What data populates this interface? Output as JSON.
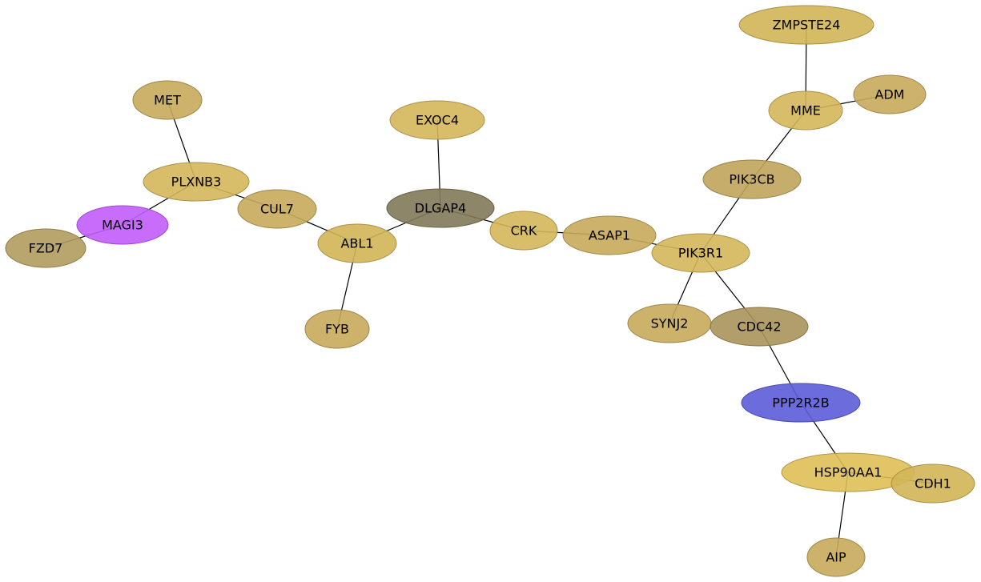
{
  "nodes": [
    {
      "id": "ZMPSTE24",
      "label": "ZMPSTE24",
      "color": "#d2b557"
    },
    {
      "id": "ADM",
      "label": "ADM",
      "color": "#c6aa5b"
    },
    {
      "id": "MME",
      "label": "MME",
      "color": "#d4b65b"
    },
    {
      "id": "MET",
      "label": "MET",
      "color": "#c6aa5b"
    },
    {
      "id": "EXOC4",
      "label": "EXOC4",
      "color": "#d4b65b"
    },
    {
      "id": "PLXNB3",
      "label": "PLXNB3",
      "color": "#d4b65b"
    },
    {
      "id": "PIK3CB",
      "label": "PIK3CB",
      "color": "#c0a45b"
    },
    {
      "id": "DLGAP4",
      "label": "DLGAP4",
      "color": "#817958"
    },
    {
      "id": "CUL7",
      "label": "CUL7",
      "color": "#c6aa5b"
    },
    {
      "id": "MAGI3",
      "label": "MAGI3",
      "color": "#c25cfb"
    },
    {
      "id": "CRK",
      "label": "CRK",
      "color": "#d4b65b"
    },
    {
      "id": "ASAP1",
      "label": "ASAP1",
      "color": "#c6aa5b"
    },
    {
      "id": "FZD7",
      "label": "FZD7",
      "color": "#b09c5e"
    },
    {
      "id": "ABL1",
      "label": "ABL1",
      "color": "#d2b557"
    },
    {
      "id": "PIK3R1",
      "label": "PIK3R1",
      "color": "#d4b65b"
    },
    {
      "id": "FYB",
      "label": "FYB",
      "color": "#c6aa5b"
    },
    {
      "id": "SYNJ2",
      "label": "SYNJ2",
      "color": "#c6aa5b"
    },
    {
      "id": "CDC42",
      "label": "CDC42",
      "color": "#a8935b"
    },
    {
      "id": "PPP2R2B",
      "label": "PPP2R2B",
      "color": "#5c5cd8"
    },
    {
      "id": "HSP90AA1",
      "label": "HSP90AA1",
      "color": "#dfbf57"
    },
    {
      "id": "CDH1",
      "label": "CDH1",
      "color": "#d2b557"
    },
    {
      "id": "AIP",
      "label": "AIP",
      "color": "#c6aa5b"
    }
  ],
  "edges": [
    [
      "ZMPSTE24",
      "MME"
    ],
    [
      "MME",
      "ADM"
    ],
    [
      "MME",
      "PIK3CB"
    ],
    [
      "PIK3CB",
      "PIK3R1"
    ],
    [
      "MET",
      "PLXNB3"
    ],
    [
      "PLXNB3",
      "MAGI3"
    ],
    [
      "PLXNB3",
      "CUL7"
    ],
    [
      "MAGI3",
      "FZD7"
    ],
    [
      "CUL7",
      "ABL1"
    ],
    [
      "ABL1",
      "FYB"
    ],
    [
      "ABL1",
      "DLGAP4"
    ],
    [
      "EXOC4",
      "DLGAP4"
    ],
    [
      "DLGAP4",
      "CRK"
    ],
    [
      "CRK",
      "ASAP1"
    ],
    [
      "ASAP1",
      "PIK3R1"
    ],
    [
      "PIK3R1",
      "SYNJ2"
    ],
    [
      "PIK3R1",
      "CDC42"
    ],
    [
      "CDC42",
      "PPP2R2B"
    ],
    [
      "PPP2R2B",
      "HSP90AA1"
    ],
    [
      "HSP90AA1",
      "CDH1"
    ],
    [
      "HSP90AA1",
      "AIP"
    ]
  ]
}
